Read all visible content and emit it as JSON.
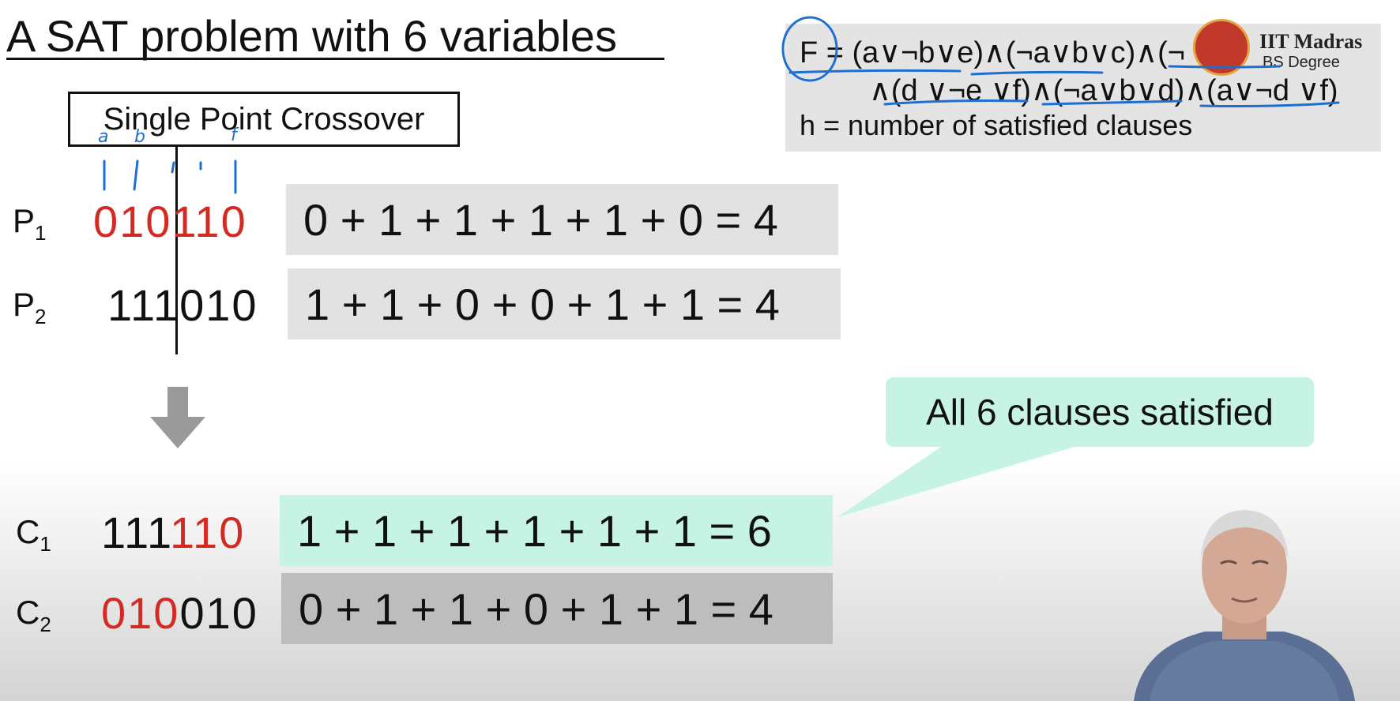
{
  "slide": {
    "title": "A SAT problem with 6 variables",
    "crossover_label": "Single Point Crossover",
    "parents": [
      {
        "label": "P",
        "sub": "1",
        "bits_left": "010",
        "bits_right": "110",
        "eval": "0 + 1 + 1 + 1 + 1 + 0 = 4"
      },
      {
        "label": "P",
        "sub": "2",
        "bits_left": "111",
        "bits_right": "010",
        "eval": "1 + 1 + 0 + 0 + 1 + 1 = 4"
      }
    ],
    "children": [
      {
        "label": "C",
        "sub": "1",
        "bits_left": "111",
        "bits_right": "110",
        "eval": "1 + 1 + 1 + 1 + 1 + 1 = 6"
      },
      {
        "label": "C",
        "sub": "2",
        "bits_left": "010",
        "bits_right": "010",
        "eval": "0 + 1 + 1 + 0 + 1 + 1 = 4"
      }
    ],
    "formula_line1": "F = (a∨¬b∨e)∧(¬a∨b∨c)∧(¬",
    "formula_line2": "∧(d ∨¬e ∨f)∧(¬a∨b∨d)∧(a∨¬d ∨f)",
    "formula_h": "h = number of satisfied clauses",
    "callout": "All 6 clauses satisfied",
    "handwritten_annotations": [
      "a",
      "b",
      "f"
    ]
  },
  "logo": {
    "line1": "IIT Madras",
    "line2": "BS Degree"
  },
  "colors": {
    "red_bits": "#d42a24",
    "eval_box": "#e2e2e2",
    "highlight_box": "#c7f3e5",
    "dark_eval_box": "#bdbdbd",
    "formula_panel": "#e4e4e4",
    "ink_blue": "#1f6fd1"
  }
}
